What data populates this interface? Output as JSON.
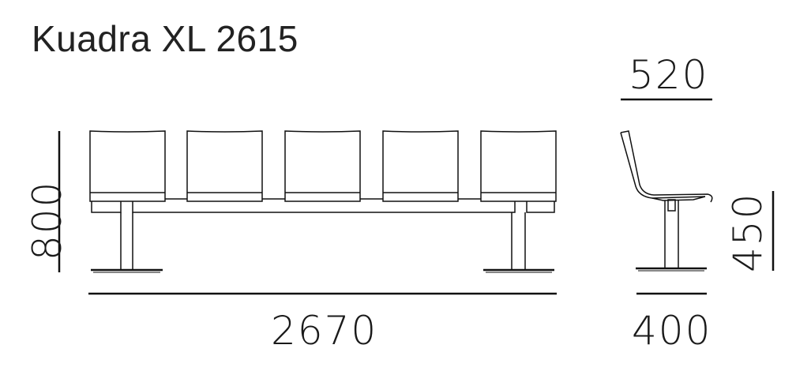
{
  "title": "Kuadra XL 2615",
  "front_view": {
    "seat_count": 5,
    "width_dimension": "2670",
    "height_dimension": "800"
  },
  "side_view": {
    "depth_top_dimension": "520",
    "base_depth_dimension": "400",
    "seat_height_dimension": "450"
  },
  "colors": {
    "line": "#111111",
    "text": "#222222",
    "background": "#ffffff"
  }
}
